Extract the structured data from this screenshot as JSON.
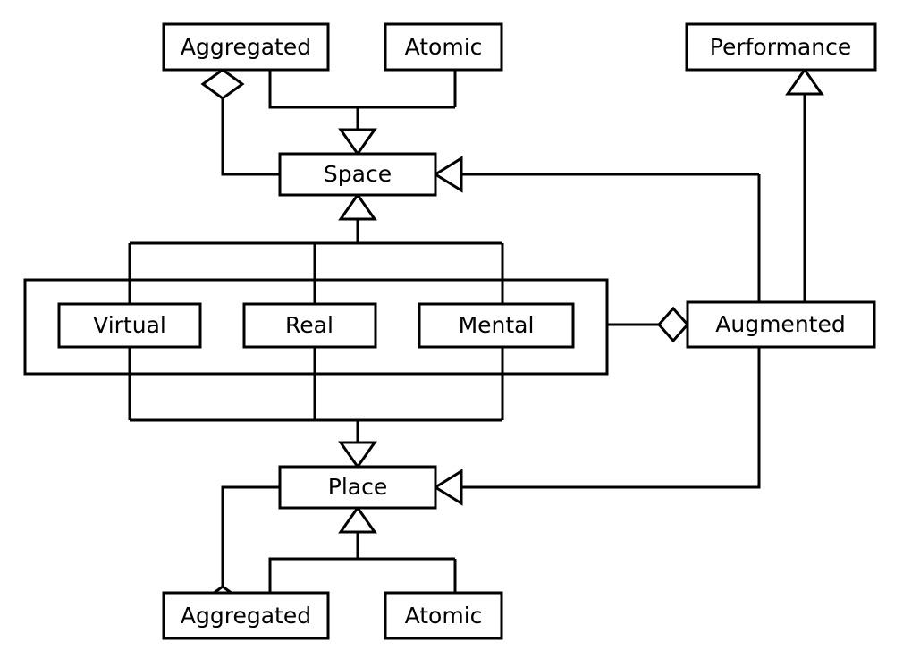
{
  "diagram": {
    "title": "Space and Place UML class diagram",
    "type": "uml-class-diagram",
    "background_color": "#ffffff",
    "line_color": "#000000",
    "fill_color": "#ffffff",
    "nodes": {
      "aggregated_top": {
        "label": "Aggregated"
      },
      "atomic_top": {
        "label": "Atomic"
      },
      "performance": {
        "label": "Performance"
      },
      "space": {
        "label": "Space"
      },
      "virtual": {
        "label": "Virtual"
      },
      "real": {
        "label": "Real"
      },
      "mental": {
        "label": "Mental"
      },
      "augmented": {
        "label": "Augmented"
      },
      "place": {
        "label": "Place"
      },
      "aggregated_bottom": {
        "label": "Aggregated"
      },
      "atomic_bottom": {
        "label": "Atomic"
      },
      "space_subtypes_group": {
        "label": ""
      }
    },
    "relationships": [
      {
        "name": "aggregated-top-aggregates-space",
        "from": "aggregated_top",
        "to": "space",
        "kind": "aggregation",
        "marker": "hollow-diamond"
      },
      {
        "name": "aggregated-top-generalizes-space",
        "from": "aggregated_top",
        "to": "space",
        "kind": "generalization",
        "marker": "hollow-triangle"
      },
      {
        "name": "atomic-top-generalizes-space",
        "from": "atomic_top",
        "to": "space",
        "kind": "generalization",
        "marker": "hollow-triangle"
      },
      {
        "name": "virtual-generalizes-space",
        "from": "virtual",
        "to": "space",
        "kind": "generalization",
        "marker": "hollow-triangle"
      },
      {
        "name": "real-generalizes-space",
        "from": "real",
        "to": "space",
        "kind": "generalization",
        "marker": "hollow-triangle"
      },
      {
        "name": "mental-generalizes-space",
        "from": "mental",
        "to": "space",
        "kind": "generalization",
        "marker": "hollow-triangle"
      },
      {
        "name": "virtual-generalizes-place",
        "from": "virtual",
        "to": "place",
        "kind": "generalization",
        "marker": "hollow-triangle"
      },
      {
        "name": "real-generalizes-place",
        "from": "real",
        "to": "place",
        "kind": "generalization",
        "marker": "hollow-triangle"
      },
      {
        "name": "mental-generalizes-place",
        "from": "mental",
        "to": "place",
        "kind": "generalization",
        "marker": "hollow-triangle"
      },
      {
        "name": "augmented-aggregates-mental",
        "from": "augmented",
        "to": "mental",
        "kind": "aggregation",
        "marker": "hollow-diamond"
      },
      {
        "name": "augmented-specializes-space",
        "from": "augmented",
        "to": "space",
        "kind": "association",
        "marker": "open-arrow"
      },
      {
        "name": "augmented-specializes-place",
        "from": "augmented",
        "to": "place",
        "kind": "association",
        "marker": "open-arrow"
      },
      {
        "name": "augmented-generalizes-performance",
        "from": "augmented",
        "to": "performance",
        "kind": "generalization",
        "marker": "hollow-triangle"
      },
      {
        "name": "aggregated-bottom-aggregates-place",
        "from": "aggregated_bottom",
        "to": "place",
        "kind": "aggregation",
        "marker": "hollow-diamond"
      },
      {
        "name": "aggregated-bottom-generalizes-place",
        "from": "aggregated_bottom",
        "to": "place",
        "kind": "generalization",
        "marker": "hollow-triangle"
      },
      {
        "name": "atomic-bottom-generalizes-place",
        "from": "atomic_bottom",
        "to": "place",
        "kind": "generalization",
        "marker": "hollow-triangle"
      }
    ]
  }
}
